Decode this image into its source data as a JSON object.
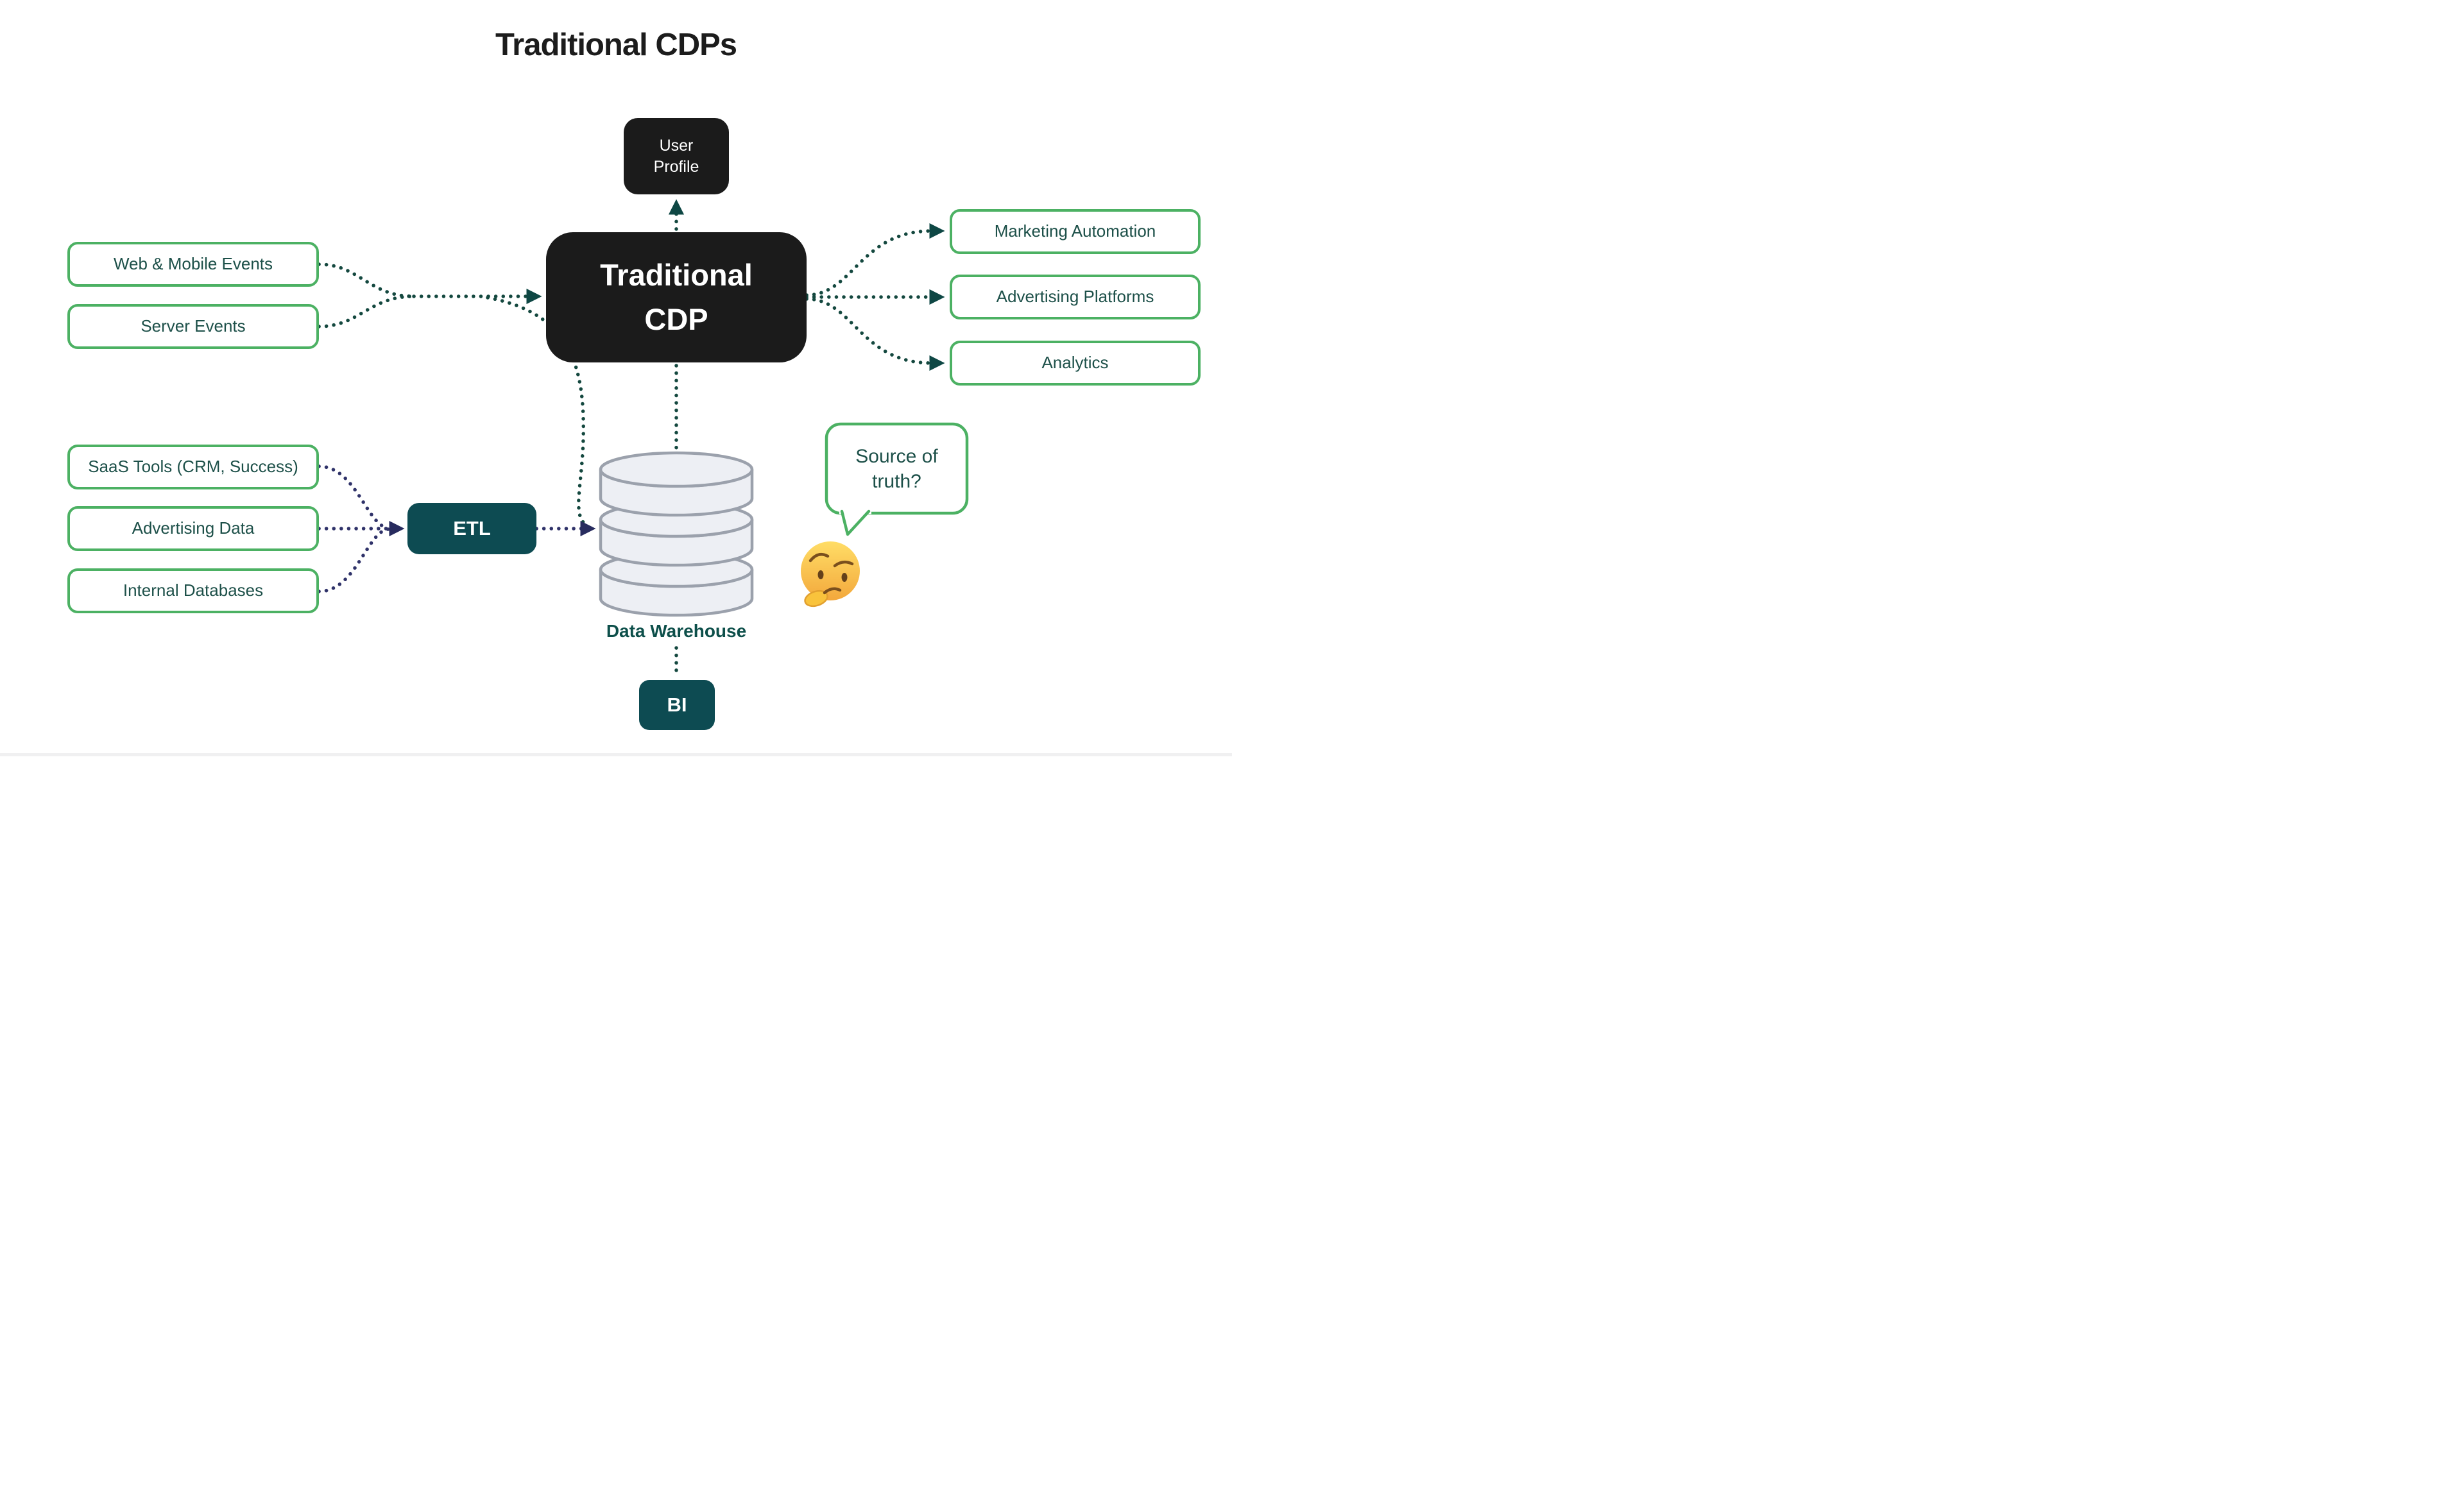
{
  "title": "Traditional CDPs",
  "center": {
    "user_profile_label": "User\nProfile",
    "cdp_label": "Traditional\nCDP",
    "etl_label": "ETL",
    "bi_label": "BI",
    "data_warehouse_label": "Data Warehouse"
  },
  "event_sources": [
    {
      "label": "Web & Mobile Events"
    },
    {
      "label": "Server Events"
    }
  ],
  "batch_sources": [
    {
      "label": "SaaS Tools (CRM, Success)"
    },
    {
      "label": "Advertising Data"
    },
    {
      "label": "Internal Databases"
    }
  ],
  "destinations": [
    {
      "label": "Marketing Automation"
    },
    {
      "label": "Advertising Platforms"
    },
    {
      "label": "Analytics"
    }
  ],
  "annotation": {
    "speech_bubble_text": "Source of\ntruth?",
    "emoji": "thinking-face"
  },
  "colors": {
    "green_border": "#4cb163",
    "dark_node": "#1b1b1b",
    "teal_node": "#0d4b52",
    "teal_connector": "#14483f",
    "navy_connector": "#2f3269",
    "node_text": "#1d5049",
    "warehouse_fill": "#edeff4",
    "warehouse_stroke": "#9ba1ac"
  }
}
